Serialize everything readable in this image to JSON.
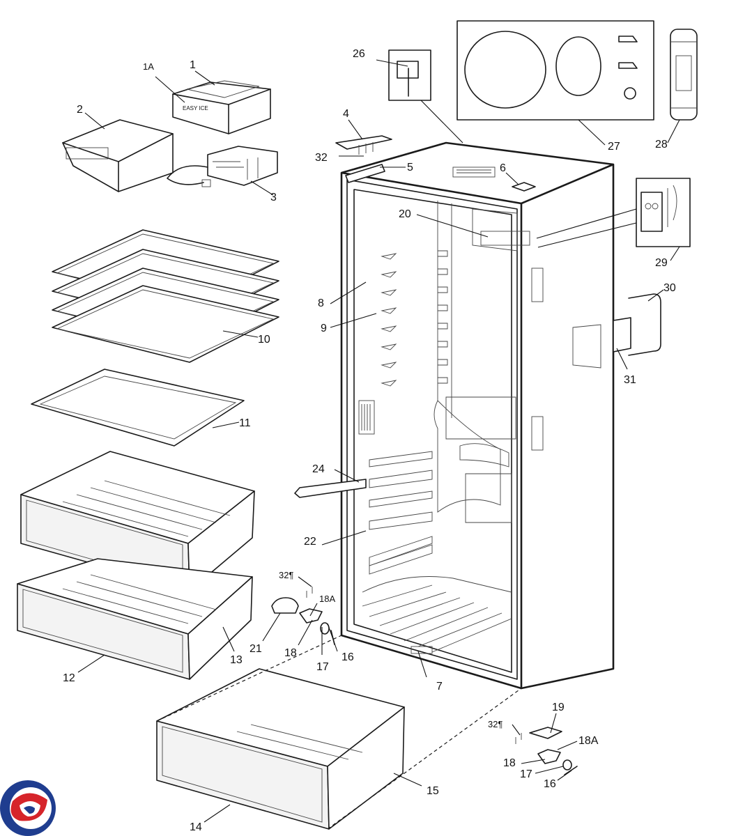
{
  "callouts": {
    "c1": "1",
    "c1A": "1A",
    "c2": "2",
    "c3": "3",
    "c4": "4",
    "c5": "5",
    "c6": "6",
    "c7": "7",
    "c8": "8",
    "c9": "9",
    "c10": "10",
    "c11": "11",
    "c12": "12",
    "c13": "13",
    "c14": "14",
    "c15": "15",
    "c16a": "16",
    "c16b": "16",
    "c17a": "17",
    "c17b": "17",
    "c18a": "18",
    "c18b": "18",
    "c18Aa": "18A",
    "c18Ab": "18A",
    "c19": "19",
    "c20": "20",
    "c21": "21",
    "c22": "22",
    "c24": "24",
    "c26": "26",
    "c27": "27",
    "c28": "28",
    "c29": "29",
    "c30": "30",
    "c31": "31",
    "c32a": "32",
    "c32b": "32¶",
    "c32c": "32¶"
  },
  "ice_maker_label": "EASY ICE",
  "logo": {
    "name": "brand-logo",
    "colors": [
      "#1f3d8f",
      "#d6242a"
    ]
  }
}
